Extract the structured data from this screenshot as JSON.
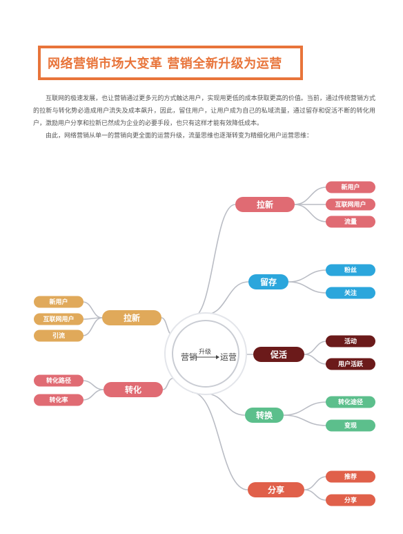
{
  "title": "网络营销市场大变革 营销全新升级为运营",
  "intro": {
    "p1": "互联网的极速发展，也让营销通过更多元的方式触达用户，实现用更低的成本获取更高的价值。当前，通过传统营销方式的拉新与转化势必造成用户流失及成本飙升，因此，留住用户，让用户成为自己的私域流量，通过留存和促活不断的转化用户，激励用户分享和拉新已然成为企业的必要手段，也只有这样才能有效降低成本。",
    "p2": "由此，网络营销从单一的营销向更全面的运营升级，流量思维也逐渐转变为精细化用户运营思维："
  },
  "center": {
    "left": "营销",
    "arrow": "升级",
    "right": "运营"
  },
  "left_branches": [
    {
      "label": "拉新",
      "color": "#e0a95a",
      "children": [
        "新用户",
        "互联网用户",
        "引流"
      ]
    },
    {
      "label": "转化",
      "color": "#e06b73",
      "children": [
        "转化路径",
        "转化率"
      ]
    }
  ],
  "right_branches": [
    {
      "label": "拉新",
      "color": "#e06b73",
      "children": [
        "新用户",
        "互联网用户",
        "流量"
      ]
    },
    {
      "label": "留存",
      "color": "#2ba6dc",
      "children": [
        "粉丝",
        "关注"
      ]
    },
    {
      "label": "促活",
      "color": "#6b1a1a",
      "children": [
        "活动",
        "用户活跃"
      ]
    },
    {
      "label": "转换",
      "color": "#5cbf8c",
      "children": [
        "转化途径",
        "变现"
      ]
    },
    {
      "label": "分享",
      "color": "#e0604a",
      "children": [
        "推荐",
        "分享"
      ]
    }
  ],
  "colors": {
    "accent": "#e8743a",
    "line": "#b9bcc4",
    "circle": "#e3e5ea"
  }
}
